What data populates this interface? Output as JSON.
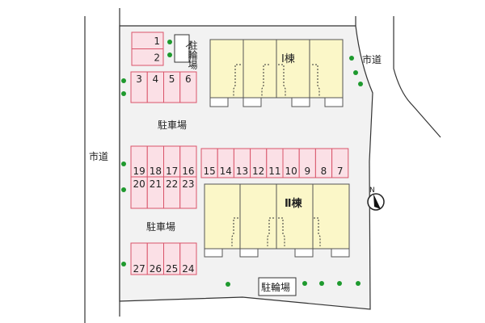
{
  "roads": {
    "left": "市道",
    "right": "市道"
  },
  "buildings": [
    {
      "label": "Ⅰ棟"
    },
    {
      "label": "Ⅱ棟"
    }
  ],
  "parking_labels": [
    "駐車場",
    "駐車場"
  ],
  "bike_parking_labels": [
    "駐輪場",
    "駐輪場"
  ],
  "parking_spaces": {
    "top_pair": [
      "1",
      "2"
    ],
    "row_3_6": [
      "3",
      "4",
      "5",
      "6"
    ],
    "row_19_16": [
      "19",
      "18",
      "17",
      "16"
    ],
    "row_15_7": [
      "15",
      "14",
      "13",
      "12",
      "11",
      "10",
      "9",
      "8",
      "7"
    ],
    "row_20_23": [
      "20",
      "21",
      "22",
      "23"
    ],
    "row_27_24": [
      "27",
      "26",
      "25",
      "24"
    ]
  },
  "compass": {
    "label": "N"
  },
  "colors": {
    "lot": "#f2f2f2",
    "space_fill": "#fbe0e6",
    "space_stroke": "#d9546a",
    "building": "#fbf7c8",
    "tree": "#1e9a2e"
  }
}
